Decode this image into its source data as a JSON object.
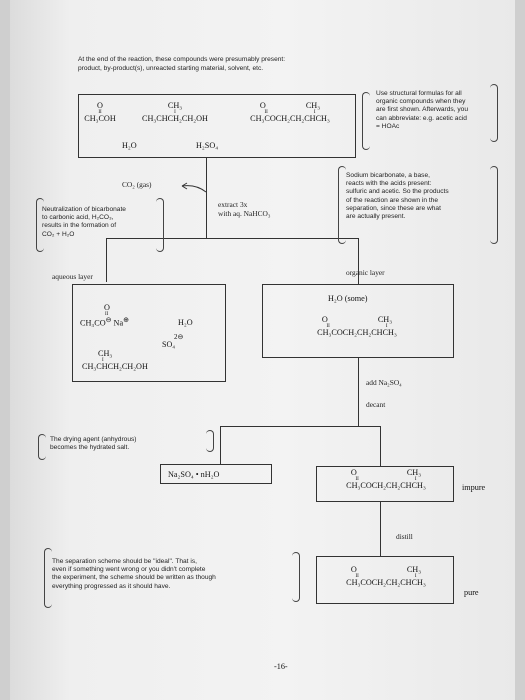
{
  "intro": {
    "line1": "At the end of the reaction, these compounds were presumably present:",
    "line2": "product, by-product(s), unreacted starting material, solvent, etc."
  },
  "top_box": {
    "acetic_acid": {
      "top": "O",
      "bond": "II",
      "main": "CH₃COH"
    },
    "alcohol": {
      "top": "CH₃",
      "bond": "I",
      "main": "CH₃CHCH₂CH₂OH"
    },
    "ester": {
      "top_o": "O",
      "top_ch3": "CH₃",
      "bond": "II",
      "branch": "I",
      "main": "CH₃COCH₂CH₂CHCH₃"
    },
    "water": "H₂O",
    "sulfuric": "H₂SO₄"
  },
  "note_formulas": [
    "Use structural formulas for all",
    "organic compounds when they",
    "are first shown. Afterwards, you",
    "can abbreviate: e.g. acetic acid",
    "= HOAc"
  ],
  "co2_label": "CO₂ (gas)",
  "extract_label": [
    "extract 3x",
    "with aq. NaHCO₃"
  ],
  "note_neutral": [
    "Neutralization of bicarbonate",
    "to carbonic acid, H₂CO₃,",
    "results in the formation of",
    "CO₂ + H₂O"
  ],
  "note_bicarb": [
    "Sodium bicarbonate, a base,",
    "reacts with the acids present:",
    "sulfuric and acetic. So the products",
    "of the reaction are shown in the",
    "separation, since these are what",
    "are actually present."
  ],
  "aqueous_label": "aqueous layer",
  "organic_label": "organic layer",
  "aq_box": {
    "acetate": {
      "top": "O",
      "bond": "II",
      "main": "CH₃CO",
      "charge": "⊖",
      "na": "Na",
      "na_charge": "⊕"
    },
    "water": "H₂O",
    "sulfate": {
      "charge": "2⊖",
      "main": "SO₄"
    },
    "alcohol": {
      "top": "CH₃",
      "bond": "I",
      "main": "CH₃CHCH₂CH₂OH"
    }
  },
  "org_box": {
    "water": "H₂O (some)",
    "ester": {
      "top_o": "O",
      "top_ch3": "CH₃",
      "bond": "II",
      "branch": "I",
      "main": "CH₃COCH₂CH₂CHCH₃"
    }
  },
  "add_label": "add Na₂SO₄",
  "decant_label": "decant",
  "note_drying": [
    "The drying agent (anhydrous)",
    "becomes the hydrated salt."
  ],
  "hydrate_label": "Na₂SO₄ • nH₂O",
  "impure_ester": {
    "top_o": "O",
    "top_ch3": "CH₃",
    "bond": "II",
    "branch": "I",
    "main": "CH₃COCH₂CH₂CHCH₃"
  },
  "impure_label": "impure",
  "distill_label": "distill",
  "note_ideal": [
    "The separation scheme should be \"ideal\". That is,",
    "even if something went wrong or you didn't complete",
    "the experiment, the scheme should be written as though",
    "everything progressed as it should have."
  ],
  "pure_ester": {
    "top_o": "O",
    "top_ch3": "CH₃",
    "bond": "II",
    "branch": "I",
    "main": "CH₃COCH₂CH₂CHCH₃"
  },
  "pure_label": "pure",
  "page_number": "-16-"
}
